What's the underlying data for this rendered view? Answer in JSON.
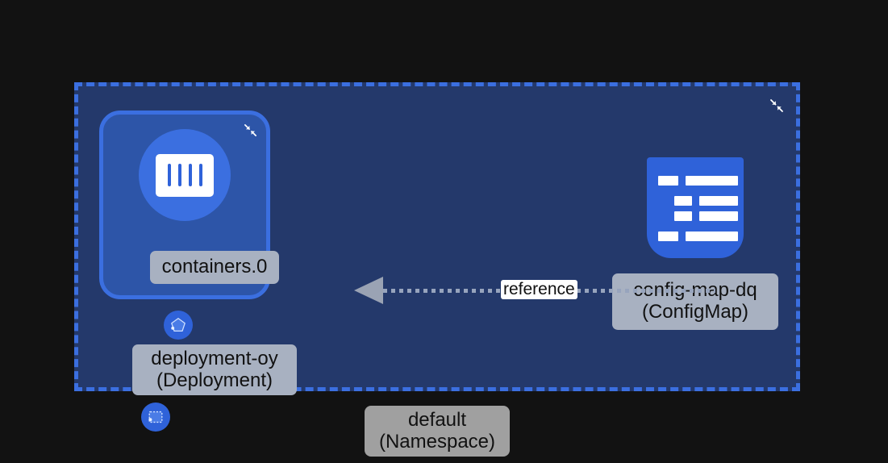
{
  "canvas": {
    "background_color": "#121212",
    "accent_color": "#3b6fe0",
    "node_fill_color": "#2f62d9",
    "group_fill_color": "#24396b",
    "label_pill_color": "#a8b1c1",
    "namespace_pill_color": "#a0a0a0",
    "edge_color": "#97a4bd"
  },
  "namespace_group": {
    "label": "default\n(Namespace)",
    "name": "default",
    "kind": "Namespace",
    "collapse_icon": "collapse-icon"
  },
  "deployment_node": {
    "label": "deployment-oy\n(Deployment)",
    "name": "deployment-oy",
    "kind": "Deployment",
    "collapse_icon": "collapse-icon",
    "icon": "container-icon",
    "badge_icon": "deployment-badge-icon"
  },
  "container_node": {
    "label": "containers.0",
    "badge_icon": "container-badge-icon"
  },
  "configmap_node": {
    "label": "config-map-dq\n(ConfigMap)",
    "name": "config-map-dq",
    "kind": "ConfigMap",
    "icon": "configmap-list-icon"
  },
  "edge": {
    "label": "reference",
    "direction": "configmap-to-container",
    "style": "dotted"
  }
}
